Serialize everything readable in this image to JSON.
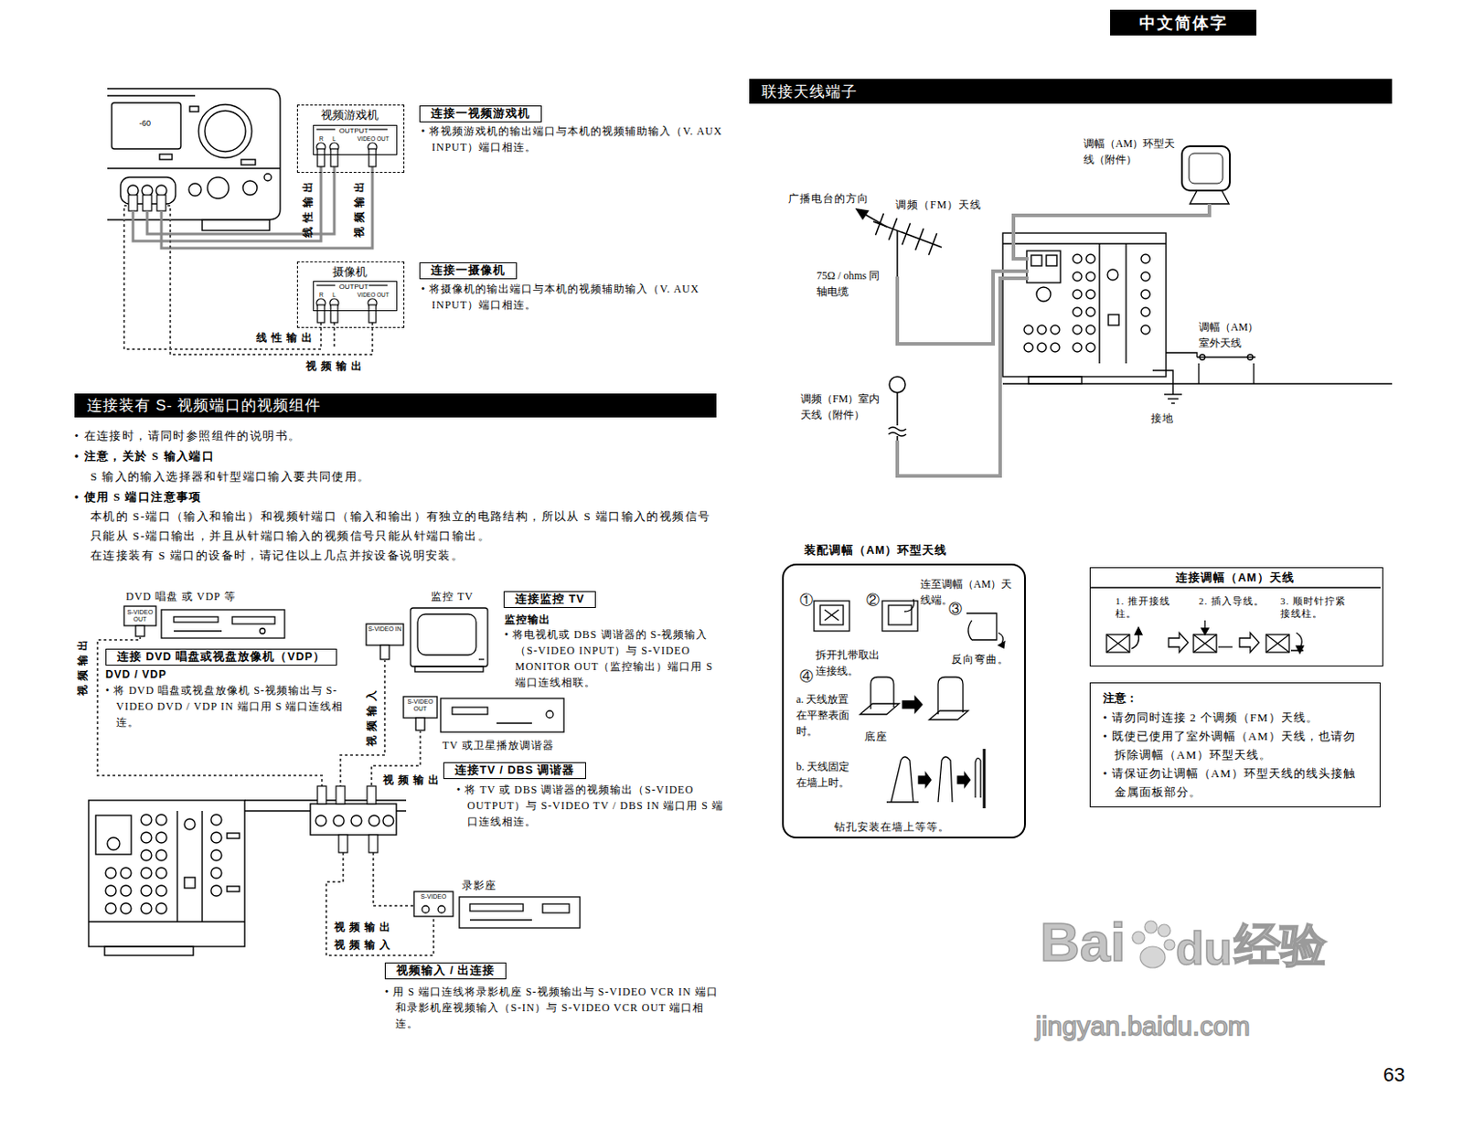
{
  "diagram": {
    "nodes": [
      {
        "text": [
          "中文简体字"
        ]
      },
      {
        "text": [
          "视频游戏机"
        ]
      },
      {
        "text": [
          "OUTPUT",
          "R",
          "L",
          "VIDEO OUT"
        ],
        "in": 1
      },
      {
        "text": [
          "连接一视频游戏机"
        ]
      },
      {
        "text": [
          "摄像机"
        ]
      },
      {
        "text": [
          "OUTPUT",
          "R",
          "L",
          "VIDEO OUT"
        ],
        "in": 4
      },
      {
        "text": [
          "连接一摄像机"
        ]
      },
      {
        "text": [
          "连接装有 S- 视频端口的视频组件"
        ]
      },
      {
        "text": [
          "连接 DVD 唱盘或视盘放像机（VDP）"
        ]
      },
      {
        "text": [
          "连接监控 TV"
        ]
      },
      {
        "text": [
          "连接TV / DBS 调谐器"
        ]
      },
      {
        "text": [
          "视频输入 / 出连接"
        ]
      },
      {
        "text": [
          "联接天线端子"
        ]
      },
      {
        "text": [
          "装配调幅（AM）环型天线",
          "连至调幅（AM）天线端。",
          "①",
          "②",
          "③",
          "拆开扎带取出连接线。",
          "反向弯曲。",
          "④",
          "a. 天线放置在平整表面时。",
          "底座",
          "b. 天线固定在墙上时。",
          "钻孔安装在墙上等等。"
        ]
      },
      {
        "text": [
          "连接调幅（AM）天线",
          "1. 推开接线柱。",
          "2. 插入导线。",
          "3. 顺时针拧紧接线柱。"
        ]
      },
      {
        "text": [
          "注意：",
          "• 请勿同时连接 2 个调频（FM）天线。",
          "• 既使已使用了室外调幅（AM）天线，也请勿拆除调幅（AM）环型天线。",
          "• 请保证勿让调幅（AM）环型天线的线头接触金属面板部分。"
        ]
      }
    ],
    "labels": [
      "• 将视频游戏机的输出端口与本机的视频辅助输入（V. AUX INPUT）端口相连。",
      "• 将摄像机的输出端口与本机的视频辅助输入（V. AUX INPUT）端口相连。",
      "线性输出",
      "视频输出",
      "线 性 输 出",
      "视 频 输 出",
      "• 在连接时，请同时参照组件的说明书。",
      "• 注意，关於 S 输入端口",
      "S 输入的输入选择器和针型端口输入要共同使用。",
      "• 使用 S 端口注意事项",
      "本机的 S-端口（输入和输出）和视频针端口（输入和输出）有独立的电路结构，所以从 S 端口输入的视频信号只能从 S-端口输出，并且从针端口输入的视频信号只能从针端口输出。",
      "在连接装有 S 端口的设备时，请记住以上几点并按设备说明安装。",
      "DVD 唱盘 或 VDP 等",
      "S-VIDEO OUT",
      "视频输出",
      "DVD / VDP",
      "• 将 DVD 唱盘或视盘放像机 S-视频输出与 S-VIDEO DVD / VDP IN 端口用 S 端口连线相连。",
      "监控 TV",
      "S-VIDEO IN",
      "监控输出",
      "• 将电视机或 DBS 调谐器的 S-视频输入（S-VIDEO INPUT）与 S-VIDEO MONITOR OUT（监控输出）端口用 S 端口连线相联。",
      "视频输入",
      "S-VIDEO OUT",
      "TV 或卫星播放调谐器",
      "视 频 输 出",
      "• 将 TV 或 DBS 调谐器的视频输出（S-VIDEO OUTPUT）与 S-VIDEO TV / DBS IN 端口用 S 端口连线相连。",
      "录影座",
      "S-VIDEO",
      "视 频 输 出",
      "视 频 输 入",
      "• 用 S 端口连线将录影机座 S-视频输出与 S-VIDEO VCR IN 端口和录影机座视频输入（S-IN）与 S-VIDEO VCR OUT 端口相连。",
      "调幅（AM）环型天线（附件）",
      "广播电台的方向",
      "调频（FM）天线",
      "75Ω / ohms 同轴电缆",
      "调幅（AM）室外天线",
      "接地",
      "调频（FM）室内天线（附件）",
      "-60",
      "63",
      "Bai",
      "du",
      "经验",
      "jingyan.baidu.com"
    ]
  }
}
